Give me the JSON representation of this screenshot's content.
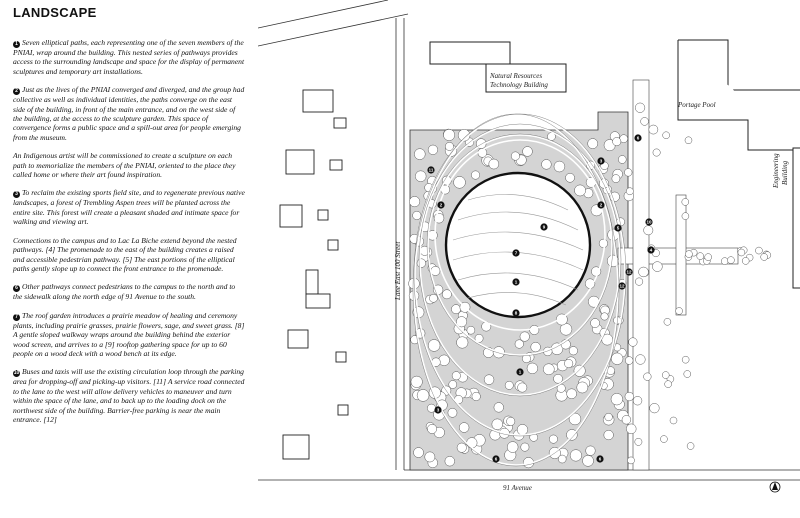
{
  "heading": "LANDSCAPE",
  "paragraphs": [
    {
      "num": "1",
      "text": "Seven elliptical paths, each representing one of the seven members of the PNIAI, wrap around the building. This nested series of pathways provides access to the surrounding landscape and space for the display of permanent sculptures and temporary art installations."
    },
    {
      "num": "2",
      "text": "Just as the lives of the PNIAI converged and diverged, and the group had collective as well as individual identities, the paths converge on the east side of the building, in front of the main entrance, and on the west side of the building, at the access to the sculpture garden. This space of convergence forms a public space and a spill-out area for people emerging from the museum."
    },
    {
      "num": "",
      "text": "An Indigenous artist will be commissioned to create a sculpture on each path to memorialize the members of the PNIAI, oriented to the place they called home or where their art found inspiration."
    },
    {
      "num": "3",
      "text": "To reclaim the existing sports field site, and to regenerate previous native landscapes, a forest of Trembling Aspen trees will be planted across the entire site. This forest will create a pleasant shaded and intimate space for walking and viewing art."
    },
    {
      "num": "",
      "text": "Connections to the campus and to Lac La Biche extend beyond the nested pathways. [4] The promenade to the east of the building creates a raised and accessible pedestrian pathway. [5] The east portions of the elliptical paths gently slope up to connect the front entrance to the promenade."
    },
    {
      "num": "6",
      "text": "Other pathways connect pedestrians to the campus to the north and to the sidewalk along the north edge of 91 Avenue to the south."
    },
    {
      "num": "7",
      "text": "The roof garden introduces a prairie meadow of healing and ceremony plants, including prairie grasses, prairie flowers, sage, and sweet grass. [8] A gentle sloped walkway wraps around the building behind the exterior wood screen, and arrives to a [9] rooftop gathering space for up to 60 people on a wood deck with a wood bench at its edge."
    },
    {
      "num": "10",
      "text": "Buses and taxis will use the existing circulation loop through the parking area for dropping-off and picking-up visitors. [11] A service road connected to the lane to the west will allow delivery vehicles to maneuver and turn within the space of the lane, and to back up to the loading dock on the northwest side of the building. Barrier-free parking is near the main entrance. [12]"
    }
  ],
  "map": {
    "building_label_1": "Natural Resources",
    "building_label_2": "Technology Building",
    "portage_pool": "Portage Pool",
    "engineering_1": "Engineering",
    "engineering_2": "Building",
    "lane_label": "Lane East 100 Street",
    "avenue_label": "91 Avenue",
    "markers": [
      "1",
      "2",
      "3",
      "4",
      "5",
      "6",
      "7",
      "8",
      "9",
      "10",
      "11",
      "12"
    ],
    "north_arrow": "north-arrow-icon"
  }
}
